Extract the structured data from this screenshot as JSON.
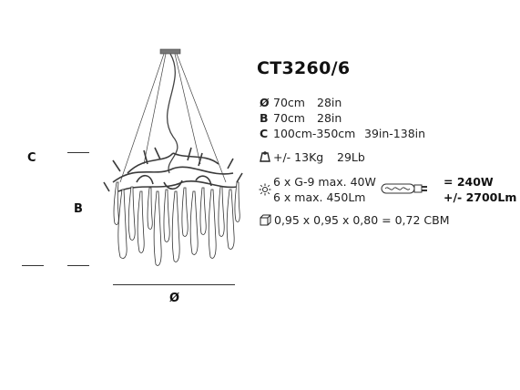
{
  "product": {
    "model": "CT3260/6"
  },
  "dimensions": {
    "diameter": {
      "symbol": "Ø",
      "metric": "70cm",
      "imperial": "28in"
    },
    "height_b": {
      "symbol": "B",
      "metric": "70cm",
      "imperial": "28in"
    },
    "height_c": {
      "symbol": "C",
      "metric": "100cm-350cm",
      "imperial": "39in-138in"
    }
  },
  "weight": {
    "metric": "+/- 13Kg",
    "imperial": "29Lb"
  },
  "lighting": {
    "bulbs": "6 x G-9 max. 40W",
    "lumens": "6 x max. 450Lm",
    "total_watts": "= 240W",
    "total_lumens": "+/- 2700Lm"
  },
  "packing": {
    "cbm": "0,95 x 0,95 x 0,80 = 0,72 CBM"
  },
  "drawing_labels": {
    "c": "C",
    "b": "B",
    "diameter": "Ø"
  },
  "icons": {
    "weight": "weight-icon",
    "bulb": "sun-bulb-icon",
    "g9": "g9-bulb-icon",
    "box": "box-icon"
  }
}
